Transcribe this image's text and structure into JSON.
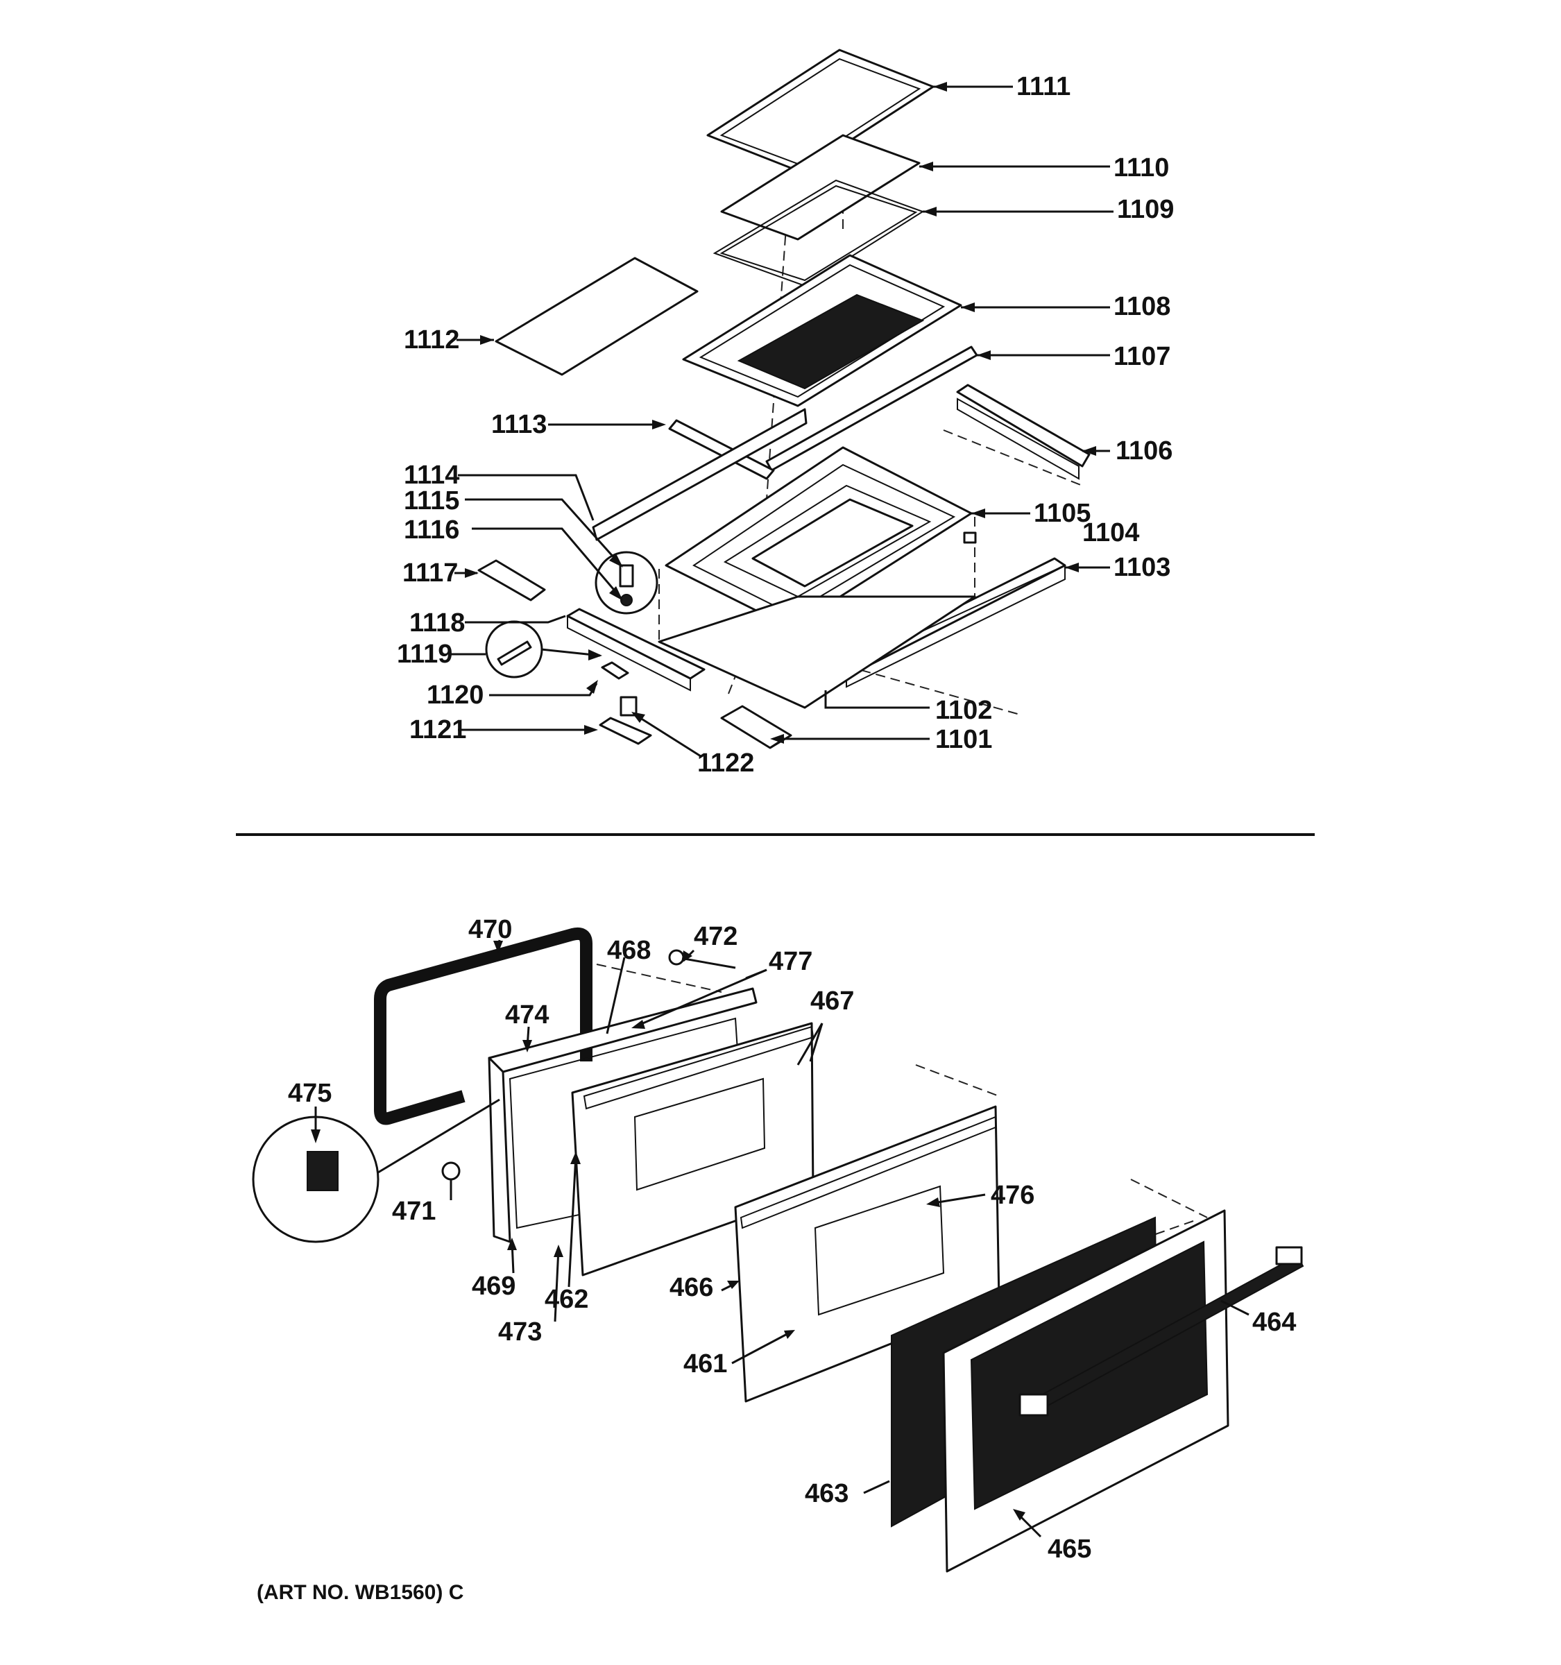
{
  "diagram": {
    "upper_assembly": {
      "callouts": [
        {
          "id": "1111",
          "label": "1111"
        },
        {
          "id": "1110",
          "label": "1110"
        },
        {
          "id": "1109",
          "label": "1109"
        },
        {
          "id": "1108",
          "label": "1108"
        },
        {
          "id": "1107",
          "label": "1107"
        },
        {
          "id": "1106",
          "label": "1106"
        },
        {
          "id": "1105",
          "label": "1105"
        },
        {
          "id": "1104",
          "label": "1104"
        },
        {
          "id": "1103",
          "label": "1103"
        },
        {
          "id": "1102",
          "label": "1102"
        },
        {
          "id": "1101",
          "label": "1101"
        },
        {
          "id": "1112",
          "label": "1112"
        },
        {
          "id": "1113",
          "label": "1113"
        },
        {
          "id": "1114",
          "label": "1114"
        },
        {
          "id": "1115",
          "label": "1115"
        },
        {
          "id": "1116",
          "label": "1116"
        },
        {
          "id": "1117",
          "label": "1117"
        },
        {
          "id": "1118",
          "label": "1118"
        },
        {
          "id": "1119",
          "label": "1119"
        },
        {
          "id": "1120",
          "label": "1120"
        },
        {
          "id": "1121",
          "label": "1121"
        },
        {
          "id": "1122",
          "label": "1122"
        }
      ]
    },
    "lower_assembly": {
      "callouts": [
        {
          "id": "470",
          "label": "470"
        },
        {
          "id": "468",
          "label": "468"
        },
        {
          "id": "472",
          "label": "472"
        },
        {
          "id": "477",
          "label": "477"
        },
        {
          "id": "474",
          "label": "474"
        },
        {
          "id": "467",
          "label": "467"
        },
        {
          "id": "475",
          "label": "475"
        },
        {
          "id": "476",
          "label": "476"
        },
        {
          "id": "471",
          "label": "471"
        },
        {
          "id": "469",
          "label": "469"
        },
        {
          "id": "462",
          "label": "462"
        },
        {
          "id": "466",
          "label": "466"
        },
        {
          "id": "464",
          "label": "464"
        },
        {
          "id": "473",
          "label": "473"
        },
        {
          "id": "461",
          "label": "461"
        },
        {
          "id": "463",
          "label": "463"
        },
        {
          "id": "465",
          "label": "465"
        }
      ]
    },
    "footer": {
      "art_number": "(ART NO. WB1560) C"
    }
  }
}
